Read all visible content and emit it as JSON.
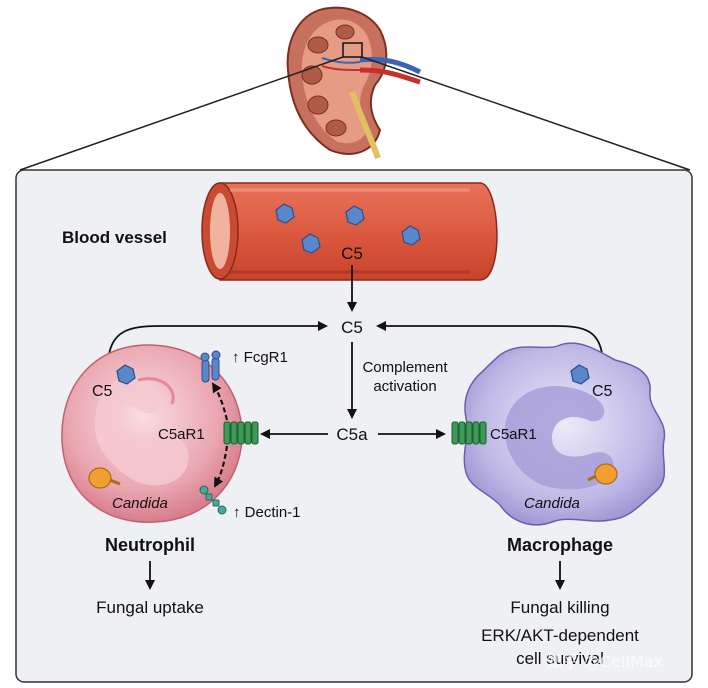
{
  "labels": {
    "blood_vessel": "Blood vessel",
    "c5_vessel": "C5",
    "c5_center": "C5",
    "c5_neutrophil": "C5",
    "c5_macrophage": "C5",
    "complement_line1": "Complement",
    "complement_line2": "activation",
    "c5a": "C5a",
    "fcgr1": "↑ FcgR1",
    "c5ar1_neutrophil": "C5aR1",
    "c5ar1_macrophage": "C5aR1",
    "dectin1": "↑ Dectin-1",
    "candida_neutrophil": "Candida",
    "candida_macrophage": "Candida",
    "neutrophil": "Neutrophil",
    "macrophage": "Macrophage",
    "fungal_uptake": "Fungal uptake",
    "fungal_killing": "Fungal killing",
    "erk_line1": "ERK/AKT-dependent",
    "erk_line2": "cell survival",
    "watermark": "知乎 @CellMax"
  },
  "colors": {
    "panel_bg": "#eef0f4",
    "vessel_red": "#dc5a40",
    "c5_blue": "#4d7fc4",
    "neutrophil_pink": "#e7a0ab",
    "macrophage_lavender": "#b6b0df",
    "receptor_green": "#3d9a57",
    "candida_orange": "#f0a030"
  }
}
